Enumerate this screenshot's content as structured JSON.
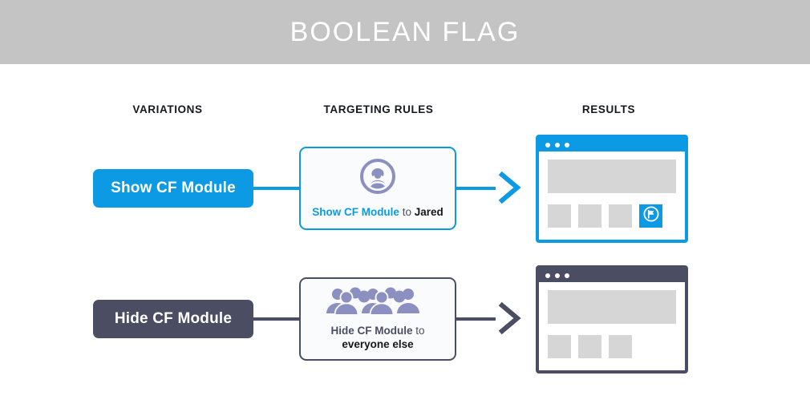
{
  "header": {
    "title": "BOOLEAN FLAG",
    "background_color": "#c4c4c4",
    "text_color": "#ffffff"
  },
  "columns": [
    {
      "label": "VARIATIONS"
    },
    {
      "label": "TARGETING RULES"
    },
    {
      "label": "RESULTS"
    }
  ],
  "colors": {
    "accent_blue": "#0c9ae5",
    "accent_dark": "#4b4e62",
    "icon_purple": "#8b90c0",
    "placeholder_gray": "#d6d6d6",
    "card_background": "#f9fbfc"
  },
  "rows": [
    {
      "variation": {
        "label": "Show CF Module",
        "state": "on",
        "color": "#0c9ae5"
      },
      "rule": {
        "icon": "single-person-icon",
        "text_parts": {
          "action": "Show CF Module",
          "connector": "to",
          "audience": "Jared"
        },
        "border_color": "#0c9ae5"
      },
      "arrow": {
        "color": "#0c9ae5"
      },
      "result": {
        "chrome_color": "#0c9ae5",
        "dots": 3,
        "tiles": [
          "placeholder",
          "placeholder",
          "placeholder",
          "cf-module"
        ],
        "cf_module_visible": true,
        "cf_module_icon": "cf-flag-icon"
      }
    },
    {
      "variation": {
        "label": "Hide CF Module",
        "state": "off",
        "color": "#4b4e62"
      },
      "rule": {
        "icon": "group-of-people-icon",
        "text_parts": {
          "action": "Hide CF Module",
          "connector": "to",
          "audience": "everyone else"
        },
        "border_color": "#4b4e62"
      },
      "arrow": {
        "color": "#4b4e62"
      },
      "result": {
        "chrome_color": "#4b4e62",
        "dots": 3,
        "tiles": [
          "placeholder",
          "placeholder",
          "placeholder"
        ],
        "cf_module_visible": false
      }
    }
  ]
}
